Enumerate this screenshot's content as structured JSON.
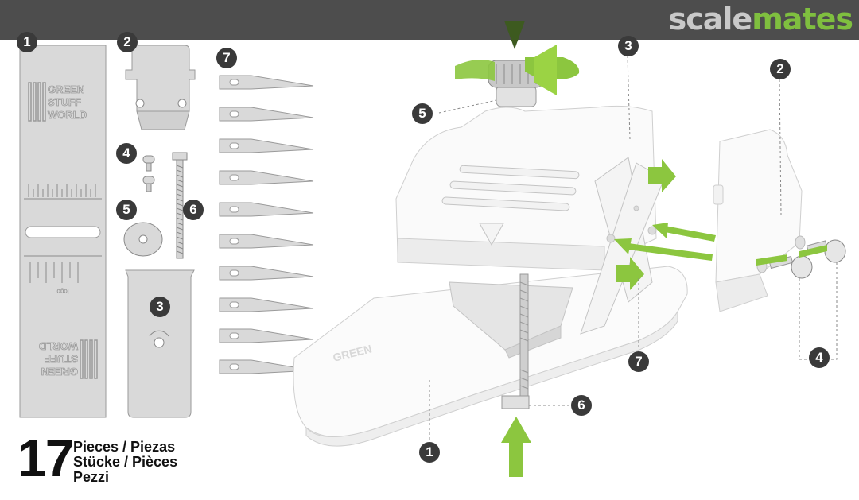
{
  "brand": {
    "part1": "scale",
    "part2": "mates",
    "color_light": "#c9c9c9",
    "color_accent": "#7fbf3f"
  },
  "colors": {
    "header_bg": "#4d4d4d",
    "part_fill": "#d9d9d9",
    "part_stroke": "#9a9a9a",
    "arrow_green": "#8cc63f",
    "label_bg": "#3a3a3a"
  },
  "parts_sheet": {
    "labels": [
      "1",
      "2",
      "4",
      "5",
      "6",
      "3",
      "7"
    ],
    "ruler_logo_lines": [
      "GREEN",
      "STUFF",
      "WORLD"
    ],
    "ruler_small_text": "logo"
  },
  "assembly": {
    "labels": [
      "5",
      "3",
      "2",
      "7",
      "4",
      "6",
      "1"
    ]
  },
  "pieces": {
    "count": "17",
    "lines": [
      "Pieces / Piezas",
      "Stücke / Pièces",
      "Pezzi"
    ]
  }
}
